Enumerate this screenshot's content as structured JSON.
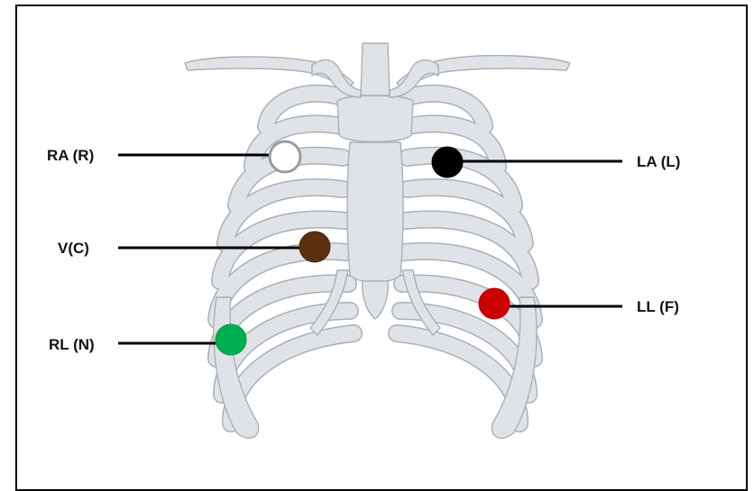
{
  "title": "",
  "colors": {
    "bone_fill": "#dfe2e6",
    "bone_stroke": "#aab0b7",
    "lead_line": "#000000"
  },
  "electrodes": [
    {
      "id": "ra",
      "label": "RA (R)",
      "color": "#ffffff",
      "ring": "#9a9a9a"
    },
    {
      "id": "la",
      "label": "LA (L)",
      "color": "#000000",
      "ring": "#000000"
    },
    {
      "id": "v",
      "label": "V(C)",
      "color": "#5a3010",
      "ring": "#4a2608"
    },
    {
      "id": "ll",
      "label": "LL (F)",
      "color": "#cc0000",
      "ring": "#b00000"
    },
    {
      "id": "rl",
      "label": "RL (N)",
      "color": "#00b050",
      "ring": "#009440"
    }
  ]
}
